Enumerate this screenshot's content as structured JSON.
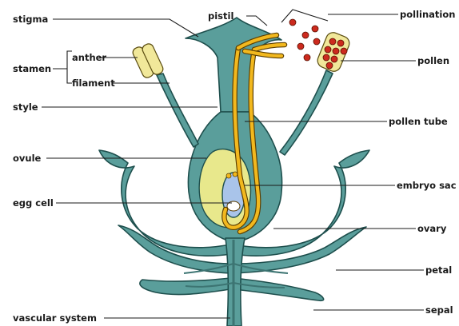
{
  "labels": {
    "stigma": "stigma",
    "stamen": "stamen",
    "anther": "anther",
    "filament": "filament",
    "style": "style",
    "ovule": "ovule",
    "egg_cell": "egg cell",
    "vascular_system": "vascular system",
    "pistil": "pistil",
    "pollination": "pollination",
    "pollen": "pollen",
    "pollen_tube": "pollen tube",
    "embryo_sac": "embryo sac",
    "ovary": "ovary",
    "petal": "petal",
    "sepal": "sepal"
  },
  "colors": {
    "tissue": "#5a9e9b",
    "outline": "#1e4f4d",
    "ovule_fill": "#e8e88c",
    "pollen_tube": "#f2b81e",
    "pollen_grain": "#cc2a1e",
    "embryo_sac": "#a9c4ea"
  }
}
